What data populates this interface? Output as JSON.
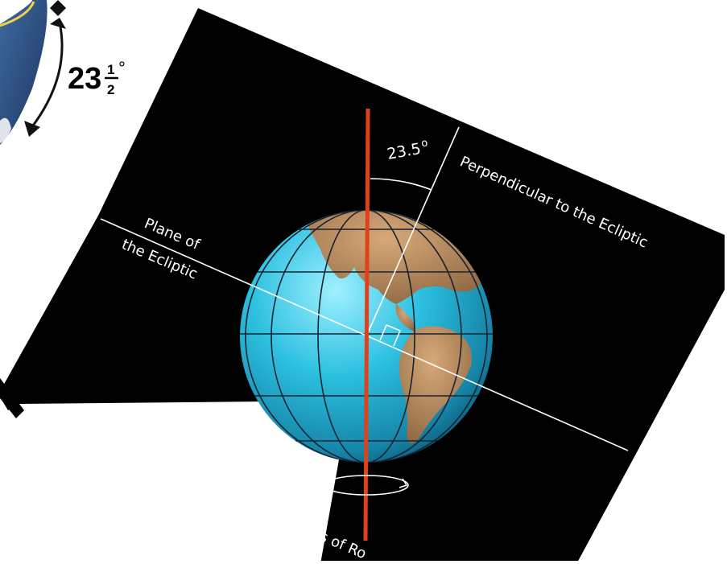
{
  "inset": {
    "tilt_whole": "23",
    "tilt_num": "1",
    "tilt_den": "2",
    "tilt_unit": "°"
  },
  "diagram": {
    "angle_label": "23.5",
    "angle_unit": "o",
    "perpendicular_label": "Perpendicular to the Ecliptic",
    "plane_label_line1": "Plane of",
    "plane_label_line2": "the Ecliptic",
    "axis_label": "Axis of Ro"
  },
  "colors": {
    "background_panel": "#000000",
    "axis": "#e0401a",
    "ocean": "#2ab8d8",
    "land": "#b58a5a",
    "inset_globe": "#2c4a78"
  }
}
